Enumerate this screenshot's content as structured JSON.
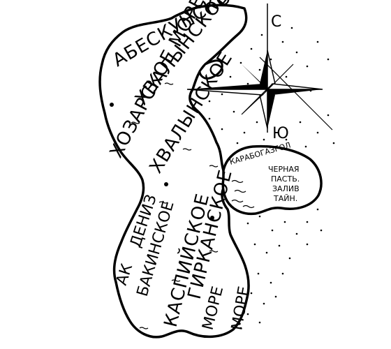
{
  "map": {
    "sea_names": [
      "ХВАЛЫНСКОЕ МОРЕ",
      "АБЕСКУНСКОЕ МОРЕ",
      "ХОЗАРСКОЕ МОРЕ",
      "ХВАЛЫНСКОЕ",
      "ДЕНИЗ",
      "АК",
      "БАКИНСКОЕ",
      "КАСПИЙСКОЕ",
      "МОРЕ",
      "ГИРКАНСКОЕ",
      "МОРЕ"
    ],
    "bay": {
      "lines": [
        "КАРАБОГАЗГОЛ",
        "ЧЕРНАЯ",
        "ПАСТЬ.",
        "ЗАЛИВ",
        "ТАЙН."
      ]
    },
    "compass": {
      "north_label": "С",
      "south_label": "Ю"
    },
    "colors": {
      "ink": "#000000",
      "paper": "#ffffff"
    }
  }
}
